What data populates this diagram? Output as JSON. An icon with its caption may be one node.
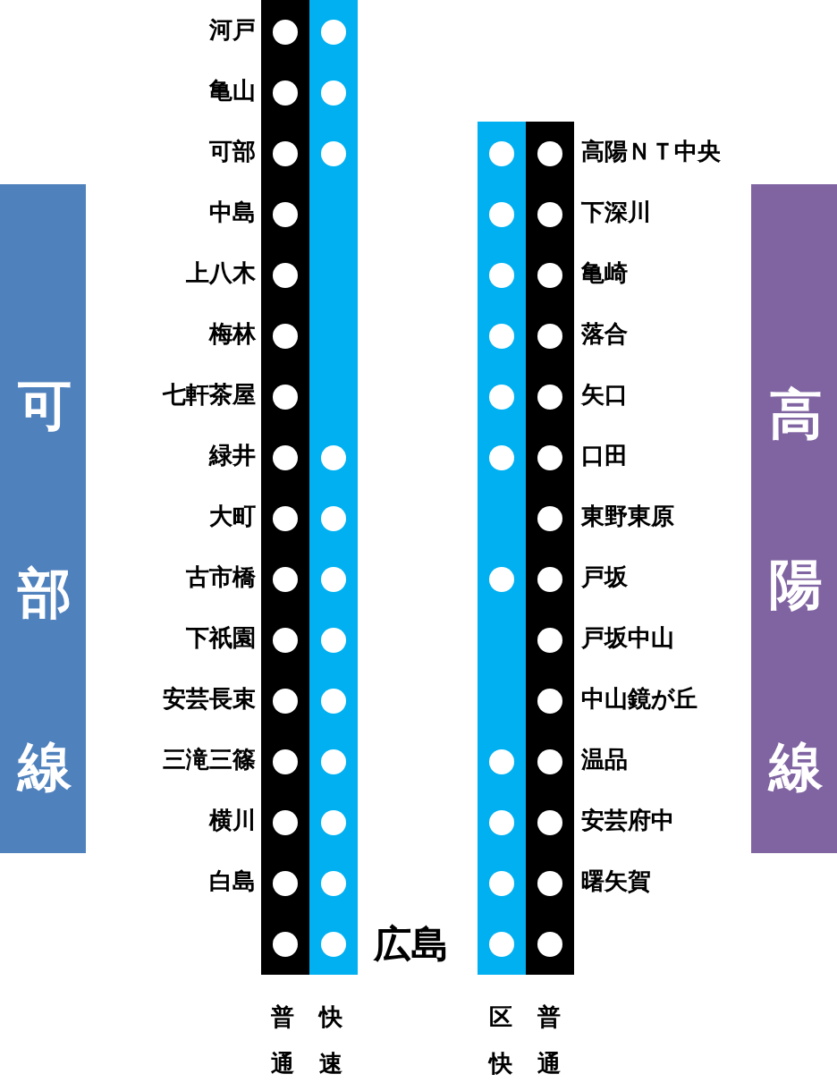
{
  "diagram": {
    "nodes": [
      {
        "text": [
          "可部線"
        ]
      },
      {
        "text": [
          "高陽線"
        ]
      }
    ],
    "labels": [
      "河戸",
      "亀山",
      "可部",
      "中島",
      "上八木",
      "梅林",
      "七軒茶屋",
      "緑井",
      "大町",
      "古市橋",
      "下祇園",
      "安芸長束",
      "三滝三篠",
      "横川",
      "白島",
      "広島",
      "高陽ＮＴ中央",
      "下深川",
      "亀崎",
      "落合",
      "矢口",
      "口田",
      "東野東原",
      "戸坂",
      "戸坂中山",
      "中山鏡が丘",
      "温品",
      "安芸府中",
      "曙矢賀",
      "普通",
      "快速",
      "区快",
      "普通"
    ]
  }
}
